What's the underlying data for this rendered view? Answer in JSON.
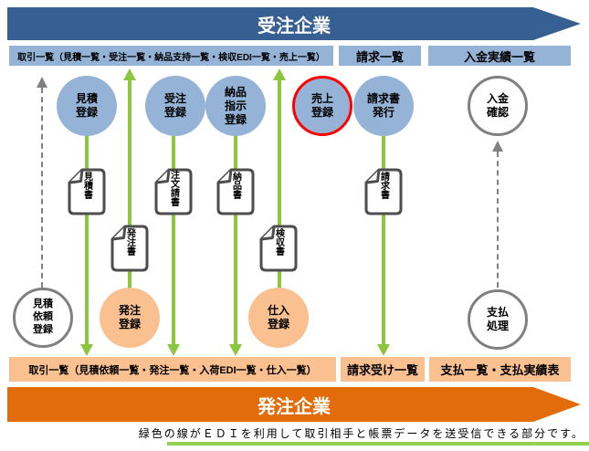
{
  "banners": {
    "top": "受注企業",
    "bottom": "発注企業"
  },
  "top_boxes": [
    {
      "label": "取引一覧（見積一覧・受注一覧・納品支持一覧・検収EDI一覧・売上一覧）"
    },
    {
      "label": "請求一覧"
    },
    {
      "label": "入金実績一覧"
    }
  ],
  "bottom_boxes": [
    {
      "label": "取引一覧（見積依頼一覧・発注一覧・入荷EDI一覧・仕入一覧）"
    },
    {
      "label": "請求受け一覧"
    },
    {
      "label": "支払一覧・支払実績表"
    }
  ],
  "circles": {
    "mitsumori_toroku": "見積\n登録",
    "juchu_toroku": "受注\n登録",
    "nohin_shiji_toroku": "納品\n指示\n登録",
    "uriage_toroku": "売上\n登録",
    "seikyusho_hakko": "請求書\n発行",
    "nyukin_kakunin": "入金\n確認",
    "mitsumori_irai_toroku": "見積\n依頼\n登録",
    "hatchu_toroku": "発注\n登録",
    "shiire_toroku": "仕入\n登録",
    "shiharai_shori": "支払\n処理"
  },
  "documents": {
    "mitsumorisho": "見積書",
    "chumon_ukesho": "注文請書",
    "nohinsho": "納品書",
    "hatchusho": "発注書",
    "kenshusho": "検収書",
    "seikyusho": "請求書"
  },
  "note": {
    "text": "緑色の線がＥＤＩを利用して取引相手と帳票データを送受信できる部分です。"
  },
  "colors": {
    "banner_blue": "#376092",
    "banner_orange": "#E36C0A",
    "box_blue": "#95B3D7",
    "box_orange": "#FAC090",
    "edi_green": "#8CC63E",
    "underline_green": "#92D050",
    "highlight_red": "#FF0000",
    "dashed_gray": "#808080"
  }
}
